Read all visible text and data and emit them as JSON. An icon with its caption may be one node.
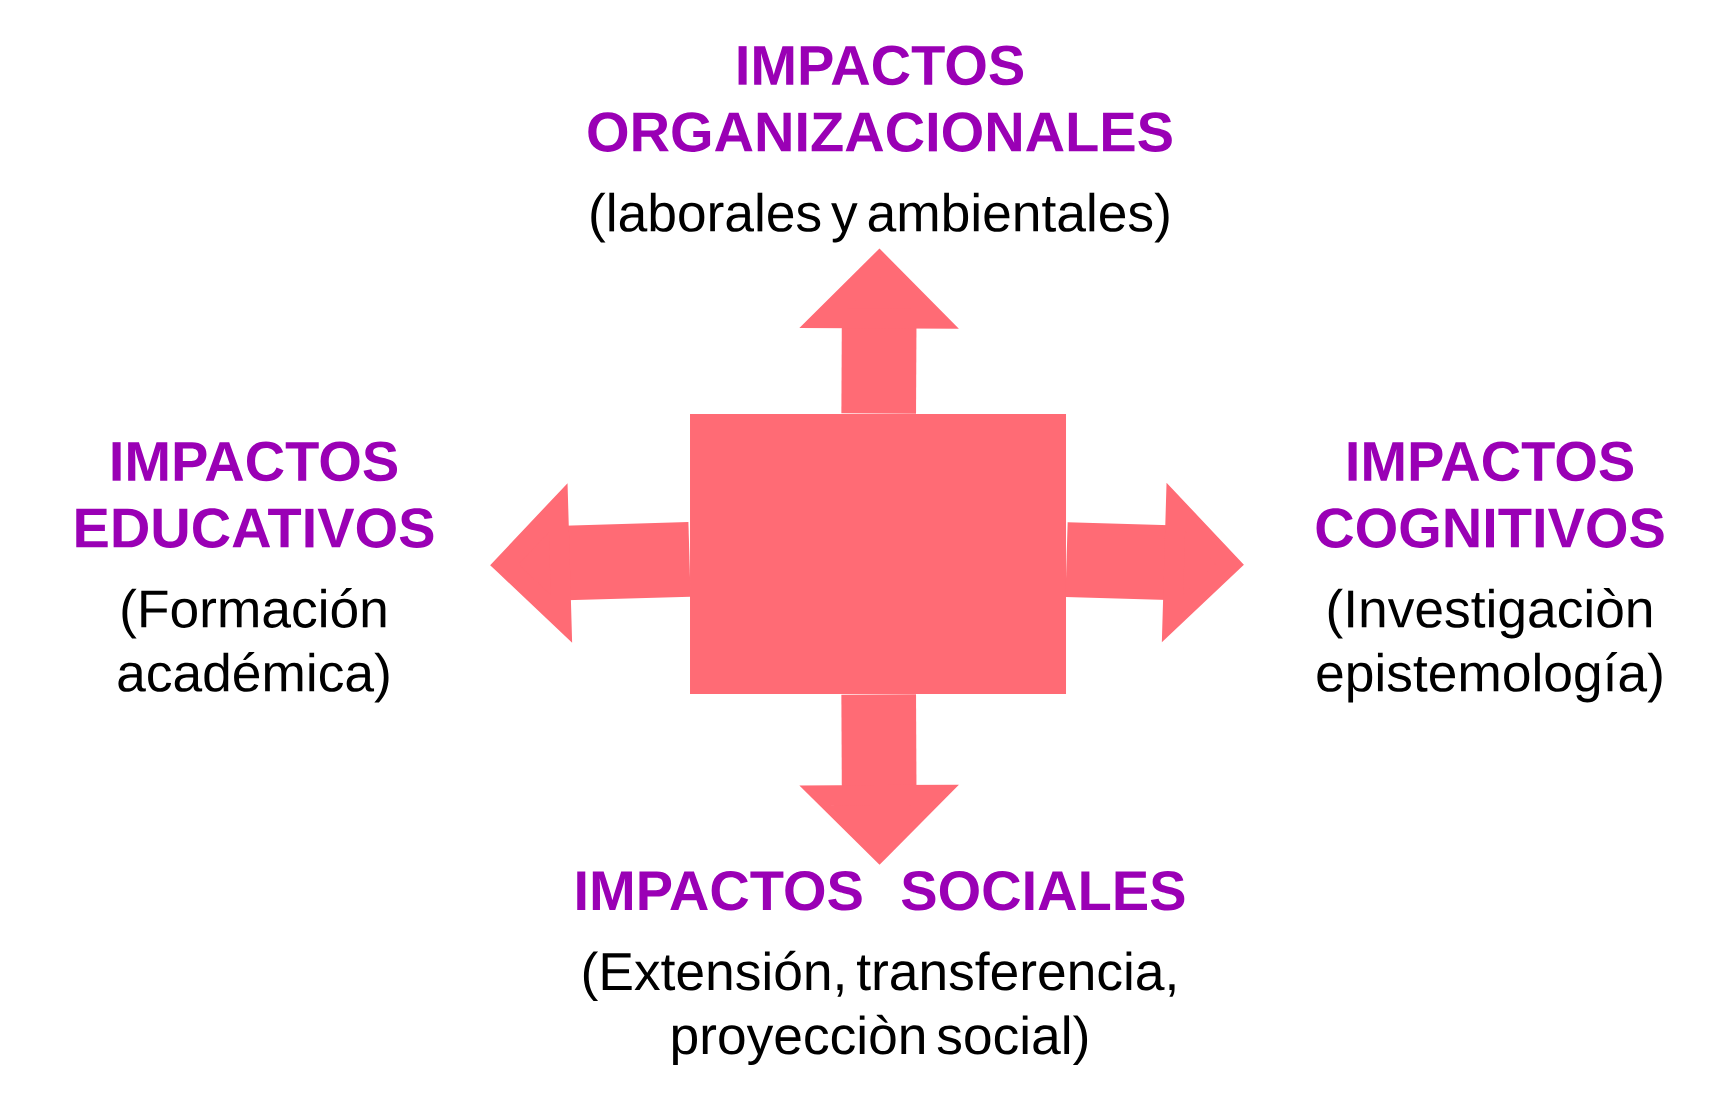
{
  "diagram": {
    "nodes": [
      {
        "text": [
          "IMPACTOS ORGANIZACIONALES",
          "(laborales y ambientales)"
        ]
      },
      {
        "text": [
          "IMPACTOS EDUCATIVOS",
          "(Formación académica)"
        ]
      },
      {
        "text": [],
        "shape": "box"
      },
      {
        "text": [
          "IMPACTOS COGNITIVOS",
          "(Investigaciòn epistemología)"
        ]
      },
      {
        "text": [
          "IMPACTOS SOCIALES",
          "(Extensión, transferencia, proyecciòn social)"
        ]
      }
    ],
    "edges": [
      {
        "from": 2,
        "to": 0,
        "arrow": "to"
      },
      {
        "from": 2,
        "to": 1,
        "arrow": "to"
      },
      {
        "from": 2,
        "to": 3,
        "arrow": "to"
      },
      {
        "from": 2,
        "to": 4,
        "arrow": "to"
      }
    ]
  }
}
